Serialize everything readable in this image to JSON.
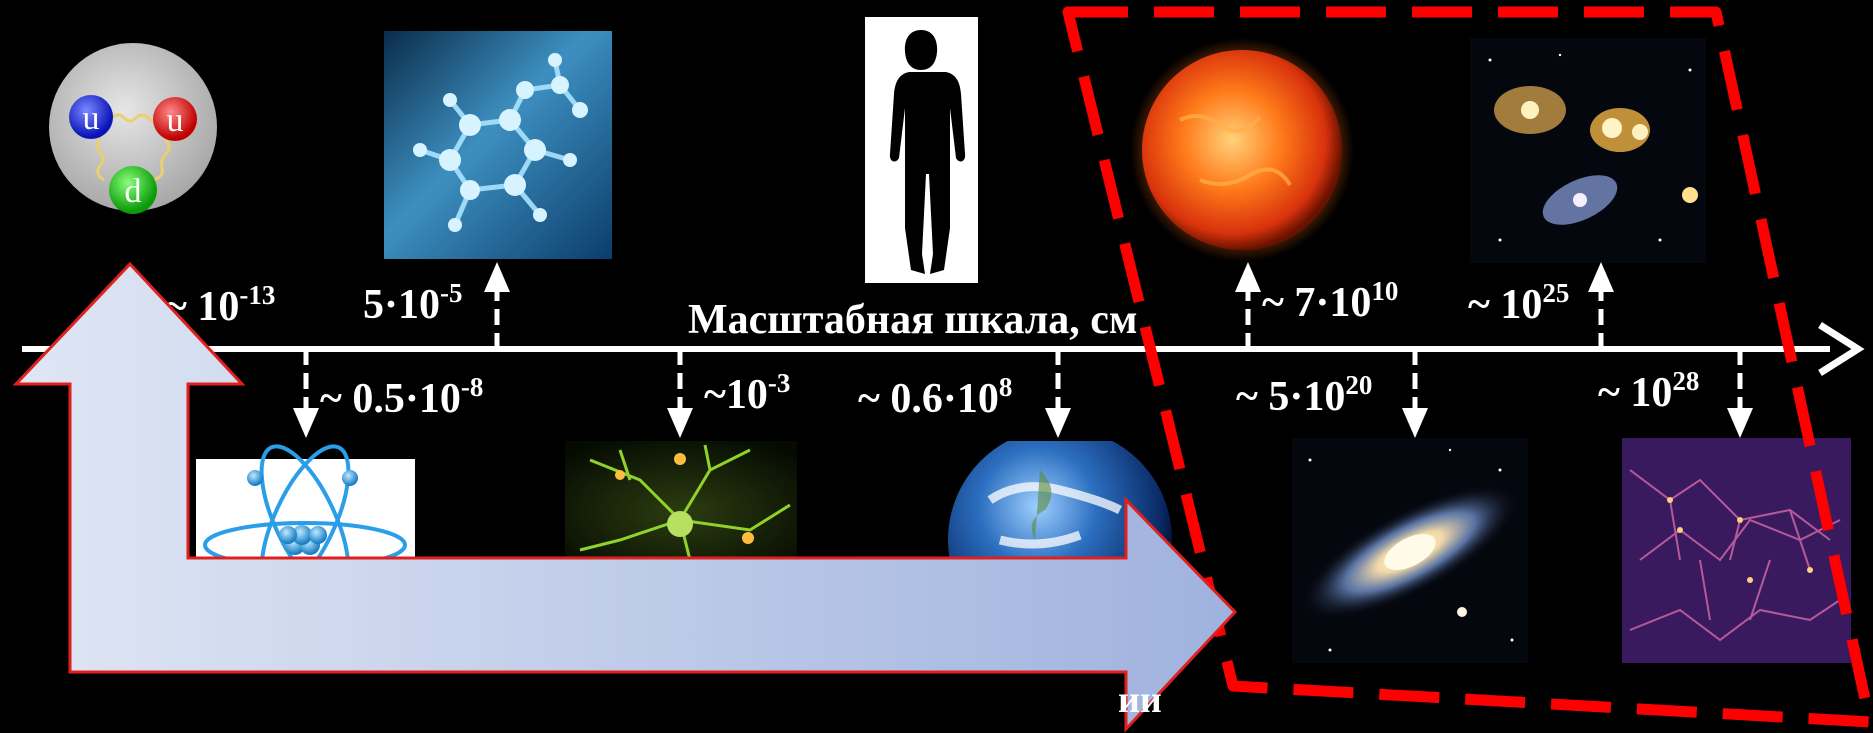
{
  "axis": {
    "title": "Масштабная шкала, см"
  },
  "partial_caption": "ии",
  "labels": {
    "quark": {
      "base": "~ 10",
      "exp": "-13"
    },
    "molecule": {
      "base": "5·10",
      "exp": "-5"
    },
    "atom": {
      "base": "~ 0.5·10",
      "exp": "-8"
    },
    "cell": {
      "base": "~10",
      "exp": "-3"
    },
    "earth": {
      "base": "~ 0.6·10",
      "exp": "8"
    },
    "sun": {
      "base": "~ 7·10",
      "exp": "10"
    },
    "galaxy": {
      "base": "~ 5·10",
      "exp": "20"
    },
    "cluster": {
      "base": "~ 10",
      "exp": "25"
    },
    "universe": {
      "base": "~ 10",
      "exp": "28"
    }
  },
  "proton": {
    "quarks": [
      "u",
      "u",
      "d"
    ]
  },
  "colors": {
    "background": "#000000",
    "axis": "#ffffff",
    "dashed_box": "#ff0000",
    "big_arrow_fill_start": "#dfe6f4",
    "big_arrow_fill_end": "#9fb2de",
    "big_arrow_stroke": "#e0201e"
  }
}
